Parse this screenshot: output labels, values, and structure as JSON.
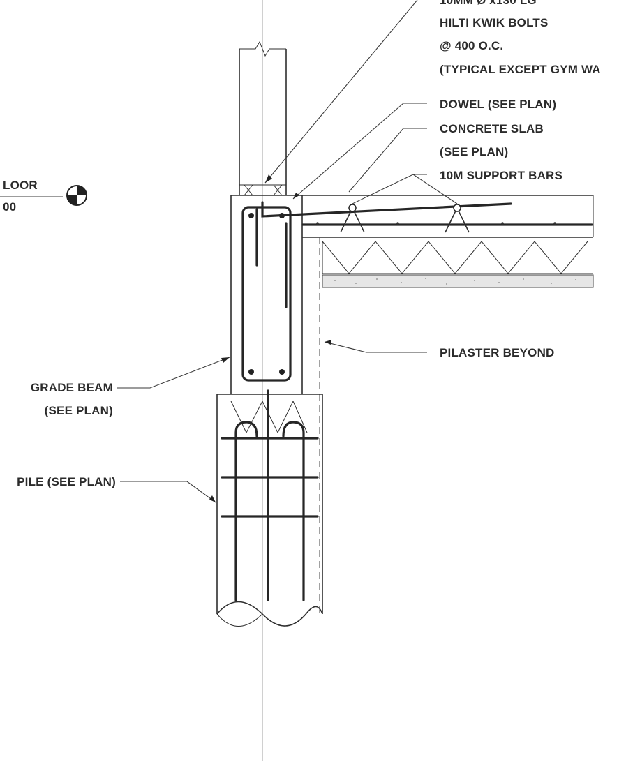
{
  "labels": {
    "bolt_line1": "10MM Ø x130 LG",
    "bolt_line2": "HILTI KWIK BOLTS",
    "bolt_line3": "@ 400 O.C.",
    "bolt_line4": "(TYPICAL EXCEPT GYM WA",
    "dowel": "DOWEL (SEE PLAN)",
    "slab_line1": "CONCRETE SLAB",
    "slab_line2": "(SEE PLAN)",
    "support_bars": "10M SUPPORT BARS",
    "floor_line1": "LOOR",
    "floor_line2": "00",
    "pilaster": "PILASTER BEYOND",
    "grade_beam_line1": "GRADE BEAM",
    "grade_beam_line2": "(SEE PLAN)",
    "pile": "PILE (SEE PLAN)"
  },
  "colors": {
    "ink": "#2e2e2e",
    "paper": "#ffffff"
  },
  "icons": {
    "elevation_marker": "elevation-datum-icon"
  }
}
